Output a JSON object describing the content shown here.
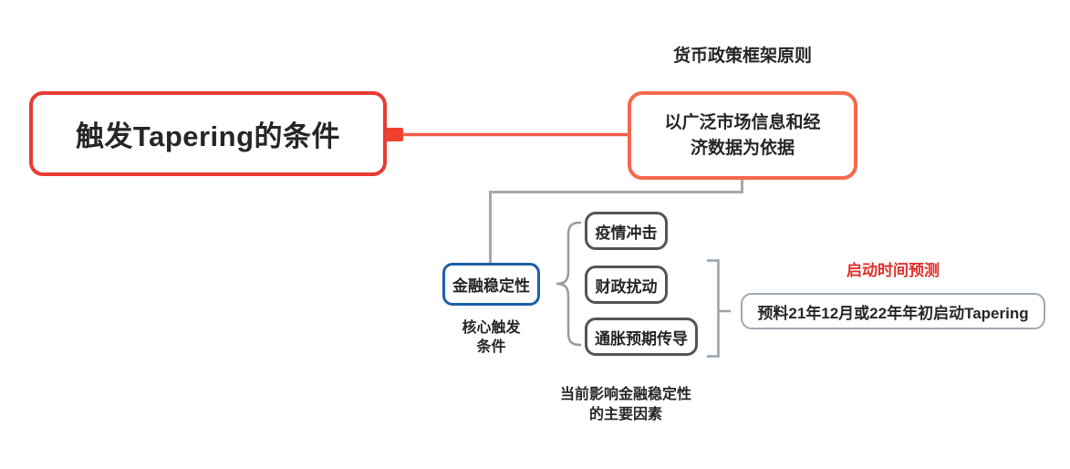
{
  "diagram": {
    "root": {
      "label": "触发Tapering的条件"
    },
    "principle": {
      "caption": "货币政策框架原则",
      "label": "以广泛市场信息和经\n济数据为依据"
    },
    "stability": {
      "label": "金融稳定性",
      "caption": "核心触发\n条件"
    },
    "factors": {
      "items": [
        {
          "label": "疫情冲击"
        },
        {
          "label": "财政扰动"
        },
        {
          "label": "通胀预期传导"
        }
      ],
      "caption": "当前影响金融稳定性\n的主要因素"
    },
    "prediction": {
      "caption": "启动时间预测",
      "label": "预料21年12月或22年年初启动Tapering"
    },
    "colors": {
      "root_border": "#e83b33",
      "principle_border": "#f4694f",
      "stability_border": "#1d5fa8",
      "factor_border": "#545454",
      "prediction_border": "#9fa9b3",
      "branch_anchor_red": "#ee4130",
      "branch_line_red": "#f15a49",
      "connector_gray": "#a8a8a8",
      "brace_gray": "#9a9a9a",
      "bracket_gray": "#98a1aa",
      "caption_red": "#e0302a",
      "text": "#262626",
      "background": "#ffffff"
    }
  }
}
